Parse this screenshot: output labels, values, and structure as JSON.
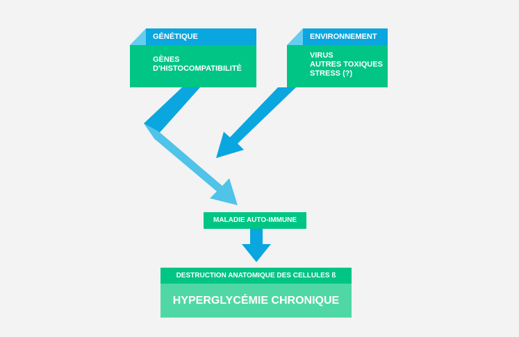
{
  "colors": {
    "background": "#f3f3f3",
    "tab_blue": "#0aa6df",
    "fold_blue": "#65cdef",
    "green": "#00c584",
    "light_green": "#4fd8a5",
    "arrow_blue": "#0aa6df",
    "arrow_light_blue": "#4fc3e8"
  },
  "genetique": {
    "tab_label": "GÉNÉTIQUE",
    "lines": [
      "GÈNES",
      "D'HISTOCOMPATIBILITÉ"
    ]
  },
  "environnement": {
    "tab_label": "ENVIRONNEMENT",
    "lines": [
      "VIRUS",
      "AUTRES TOXIQUES",
      "STRESS (?)"
    ]
  },
  "maladie": {
    "label": "MALADIE AUTO-IMMUNE"
  },
  "destruction": {
    "label": "DESTRUCTION ANATOMIQUE DES CELLULES ß"
  },
  "hyperglycemie": {
    "label": "HYPERGLYCÉMIE CHRONIQUE"
  }
}
